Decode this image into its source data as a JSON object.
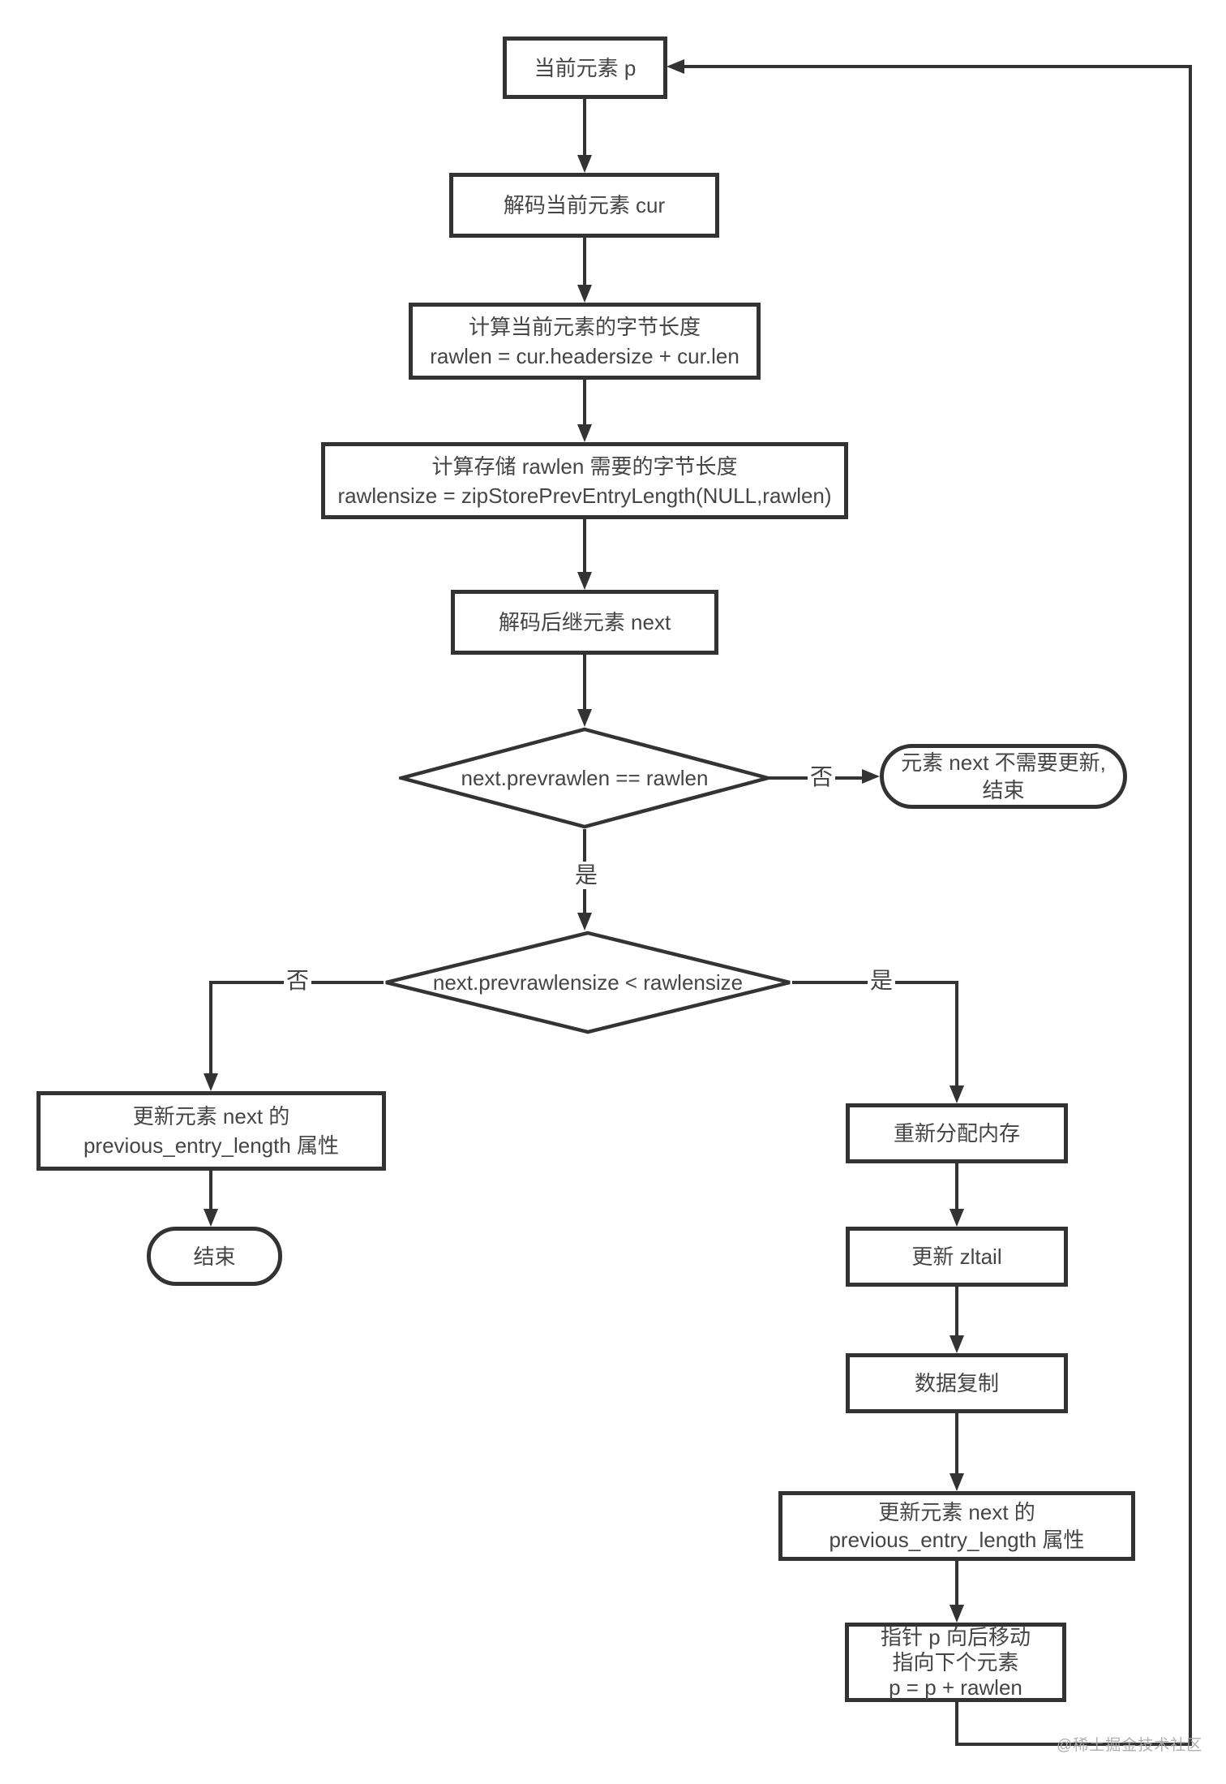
{
  "diagram_type": "flowchart",
  "colors": {
    "background": "#ffffff",
    "stroke": "#333333",
    "text": "#454545",
    "watermark": "#a8a8a8"
  },
  "nodes": {
    "current_element": {
      "label": "当前元素 p"
    },
    "decode_current": {
      "label": "解码当前元素 cur"
    },
    "calc_rawlen": {
      "line1": "计算当前元素的字节长度",
      "line2": "rawlen = cur.headersize + cur.len"
    },
    "calc_rawlensize": {
      "line1": "计算存储 rawlen 需要的字节长度",
      "line2": "rawlensize = zipStorePrevEntryLength(NULL,rawlen)"
    },
    "decode_next": {
      "label": "解码后继元素 next"
    },
    "check_prevrawlen": {
      "label": "next.prevrawlen == rawlen"
    },
    "no_update_end": {
      "line1": "元素 next 不需要更新,",
      "line2": "结束"
    },
    "check_prevrawlensize": {
      "label": "next.prevrawlensize < rawlensize"
    },
    "update_prev_left": {
      "line1": "更新元素 next 的",
      "line2": "previous_entry_length 属性"
    },
    "end_left": {
      "label": "结束"
    },
    "realloc_memory": {
      "label": "重新分配内存"
    },
    "update_zltail": {
      "label": "更新 zltail"
    },
    "data_copy": {
      "label": "数据复制"
    },
    "update_prev_right": {
      "line1": "更新元素 next 的",
      "line2": "previous_entry_length 属性"
    },
    "move_pointer": {
      "line1": "指针 p 向后移动",
      "line2": "指向下个元素",
      "line3": "p = p + rawlen"
    }
  },
  "edges": [
    {
      "from": "current_element",
      "to": "decode_current",
      "label": ""
    },
    {
      "from": "decode_current",
      "to": "calc_rawlen",
      "label": ""
    },
    {
      "from": "calc_rawlen",
      "to": "calc_rawlensize",
      "label": ""
    },
    {
      "from": "calc_rawlensize",
      "to": "decode_next",
      "label": ""
    },
    {
      "from": "decode_next",
      "to": "check_prevrawlen",
      "label": ""
    },
    {
      "from": "check_prevrawlen",
      "to": "no_update_end",
      "label": "否"
    },
    {
      "from": "check_prevrawlen",
      "to": "check_prevrawlensize",
      "label": "是"
    },
    {
      "from": "check_prevrawlensize",
      "to": "update_prev_left",
      "label": "否"
    },
    {
      "from": "check_prevrawlensize",
      "to": "realloc_memory",
      "label": "是"
    },
    {
      "from": "update_prev_left",
      "to": "end_left",
      "label": ""
    },
    {
      "from": "realloc_memory",
      "to": "update_zltail",
      "label": ""
    },
    {
      "from": "update_zltail",
      "to": "data_copy",
      "label": ""
    },
    {
      "from": "data_copy",
      "to": "update_prev_right",
      "label": ""
    },
    {
      "from": "update_prev_right",
      "to": "move_pointer",
      "label": ""
    },
    {
      "from": "move_pointer",
      "to": "current_element",
      "label": ""
    }
  ],
  "watermark": "@稀土掘金技术社区"
}
